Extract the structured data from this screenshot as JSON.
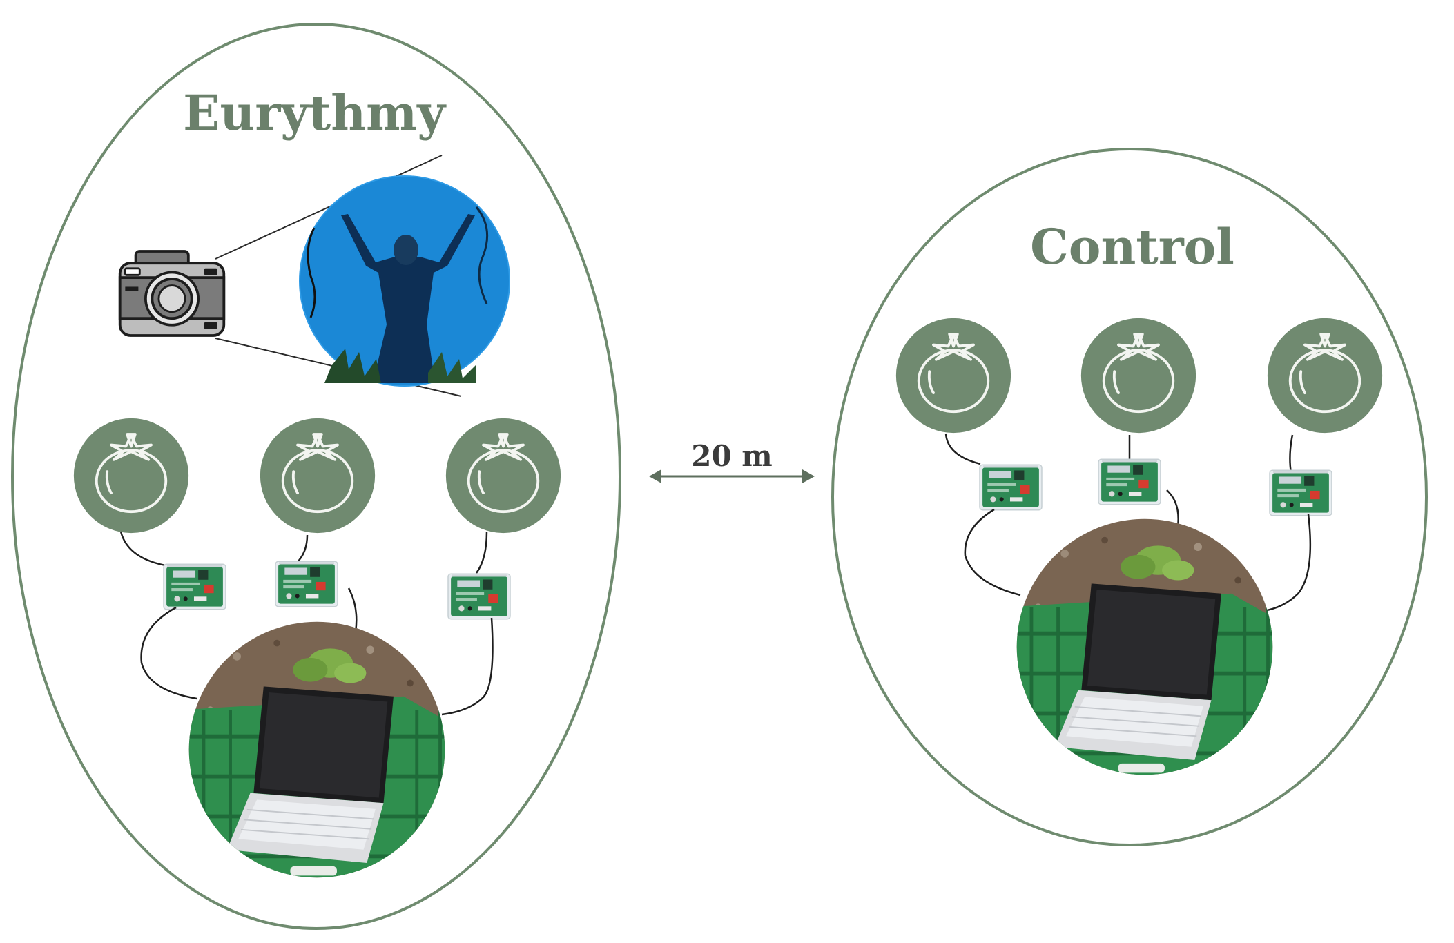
{
  "colors": {
    "green": "#708a70",
    "ellipse_stroke": "#6f8b6f",
    "title": "#6b806b",
    "distance_text": "#3b3b3b",
    "arrow": "#5e6f5e",
    "photo_sky": "#1b88d6",
    "crate_green": "#2f8f4e",
    "board_green": "#2e8a55"
  },
  "groups": [
    {
      "id": "eurythmy",
      "title": "Eurythmy",
      "sensor_count": 3,
      "has_camera": true
    },
    {
      "id": "control",
      "title": "Control",
      "sensor_count": 3,
      "has_camera": false
    }
  ],
  "distance": {
    "label": "20 m"
  },
  "icons": [
    "camera-icon",
    "tomato-icon",
    "sensor-board-icon",
    "laptop-icon"
  ]
}
